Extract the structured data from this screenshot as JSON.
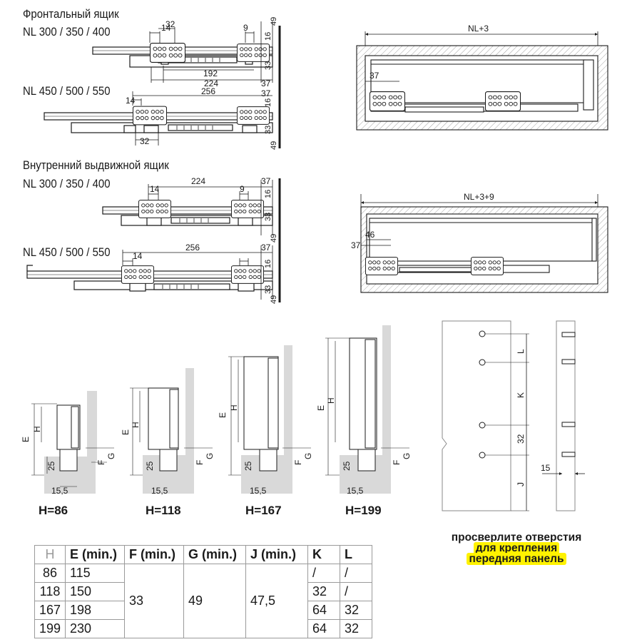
{
  "sections": {
    "front_drawer_title": "Фронтальный ящик",
    "front_small_range": "NL 300 / 350 / 400",
    "front_large_range": "NL 450 / 500 / 550",
    "inner_drawer_title": "Внутренний выдвижной ящик",
    "inner_small_range": "NL 300 / 350 / 400",
    "inner_large_range": "NL 450 / 500 / 550"
  },
  "dims": {
    "d14": "14",
    "d32": "32",
    "d9": "9",
    "d49": "49",
    "d16": "16",
    "d33": "33",
    "d192": "192",
    "d224": "224",
    "d37": "37",
    "d256": "256",
    "d46": "46",
    "nl3": "NL+3",
    "nl39": "NL+3+9",
    "E": "E",
    "H": "H",
    "F": "F",
    "G": "G",
    "d25": "25",
    "d15_5": "15,5",
    "L": "L",
    "K": "K",
    "J": "J",
    "d15": "15"
  },
  "heights": [
    {
      "label": "H=86"
    },
    {
      "label": "H=118"
    },
    {
      "label": "H=167"
    },
    {
      "label": "H=199"
    }
  ],
  "drill_note": {
    "line1": "просверлите отверстия",
    "line2": "для крепления",
    "line3": "передняя панель"
  },
  "table": {
    "headers": [
      "H",
      "E (min.)",
      "F (min.)",
      "G (min.)",
      "J (min.)",
      "K",
      "L"
    ],
    "rows": [
      [
        "86",
        "115",
        "/",
        "/"
      ],
      [
        "118",
        "150",
        "32",
        "/"
      ],
      [
        "167",
        "198",
        "64",
        "32"
      ],
      [
        "199",
        "230",
        "64",
        "32"
      ]
    ],
    "merged": {
      "F": "33",
      "G": "49",
      "J": "47,5"
    }
  },
  "colors": {
    "ink": "#1a1a1a",
    "wall": "#d9d9d9",
    "highlight": "#fff200",
    "grid": "#9a9a9a"
  }
}
